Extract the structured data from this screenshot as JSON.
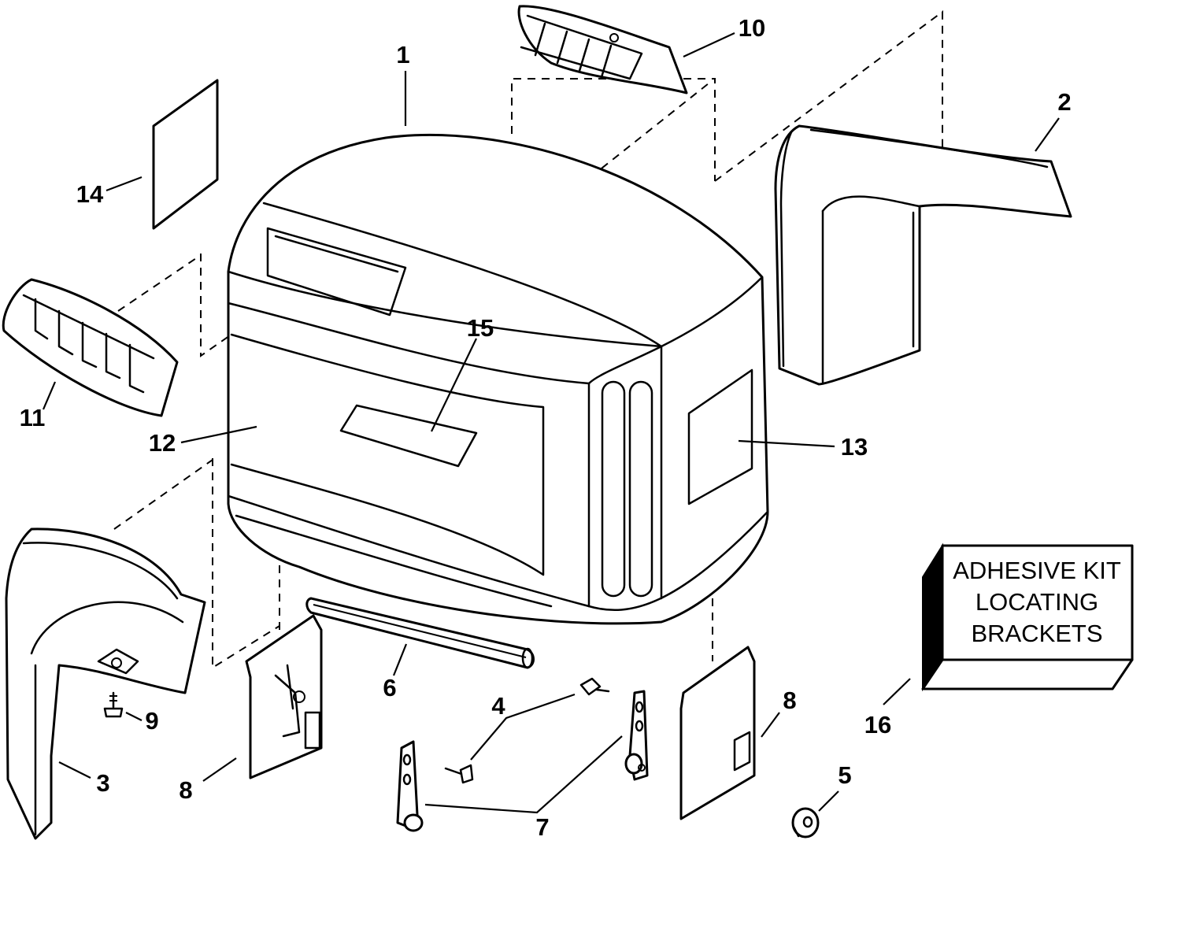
{
  "callouts": [
    {
      "number": "1"
    },
    {
      "number": "2"
    },
    {
      "number": "3"
    },
    {
      "number": "4"
    },
    {
      "number": "5"
    },
    {
      "number": "6"
    },
    {
      "number": "7"
    },
    {
      "number": "8"
    },
    {
      "number": "8"
    },
    {
      "number": "9"
    },
    {
      "number": "10"
    },
    {
      "number": "11"
    },
    {
      "number": "12"
    },
    {
      "number": "13"
    },
    {
      "number": "14"
    },
    {
      "number": "15"
    },
    {
      "number": "16"
    }
  ],
  "kit_box": {
    "line1": "ADHESIVE KIT",
    "line2": "LOCATING",
    "line3": "BRACKETS"
  }
}
